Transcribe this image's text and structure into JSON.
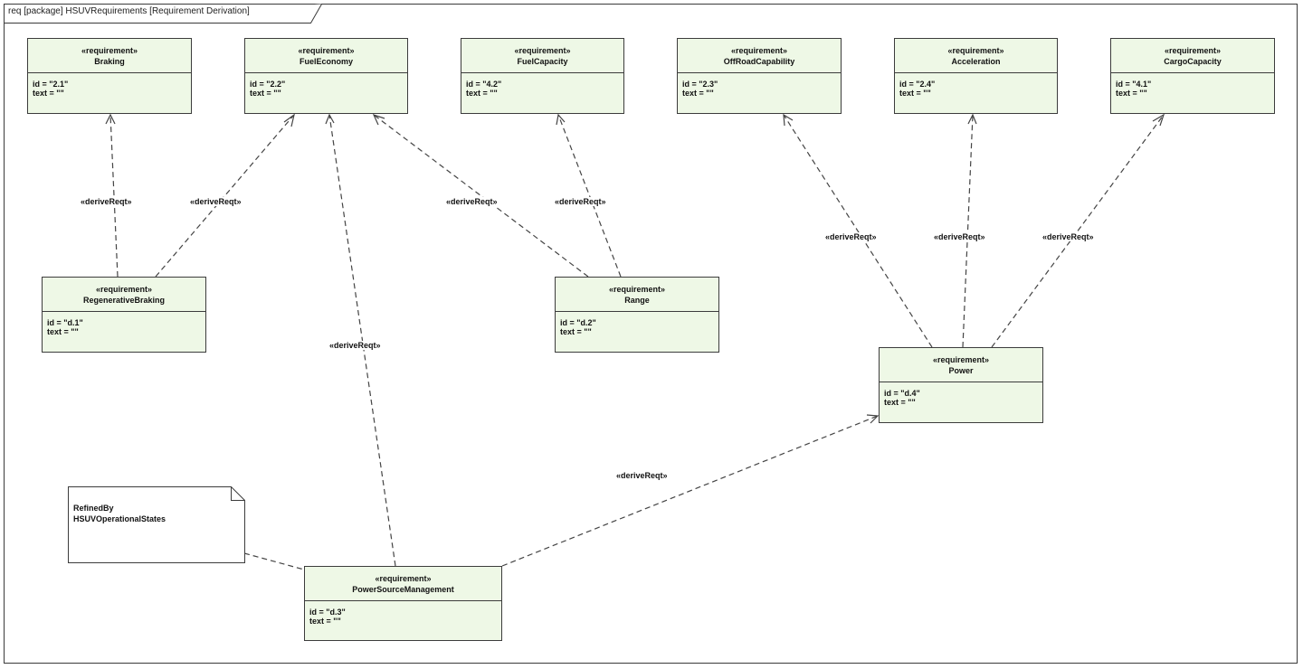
{
  "diagram": {
    "frame_title": "req [package] HSUVRequirements [Requirement Derivation]",
    "stereotype": "«requirement»",
    "relation_label": "«deriveReqt»",
    "colors": {
      "requirement_fill": "#eef8e6",
      "border": "#3c3c3c",
      "line": "#444444"
    },
    "requirements": [
      {
        "name": "Braking",
        "id": "id = \"2.1\"",
        "text": "text = \"\""
      },
      {
        "name": "FuelEconomy",
        "id": "id = \"2.2\"",
        "text": "text = \"\""
      },
      {
        "name": "FuelCapacity",
        "id": "id = \"4.2\"",
        "text": "text = \"\""
      },
      {
        "name": "OffRoadCapability",
        "id": "id = \"2.3\"",
        "text": "text = \"\""
      },
      {
        "name": "Acceleration",
        "id": "id = \"2.4\"",
        "text": "text = \"\""
      },
      {
        "name": "CargoCapacity",
        "id": "id = \"4.1\"",
        "text": "text = \"\""
      },
      {
        "name": "RegenerativeBraking",
        "id": "id = \"d.1\"",
        "text": "text = \"\""
      },
      {
        "name": "Range",
        "id": "id = \"d.2\"",
        "text": "text = \"\""
      },
      {
        "name": "Power",
        "id": "id = \"d.4\"",
        "text": "text = \"\""
      },
      {
        "name": "PowerSourceManagement",
        "id": "id = \"d.3\"",
        "text": "text = \"\""
      }
    ],
    "note": {
      "line1": "RefinedBy",
      "line2": "HSUVOperationalStates"
    }
  }
}
